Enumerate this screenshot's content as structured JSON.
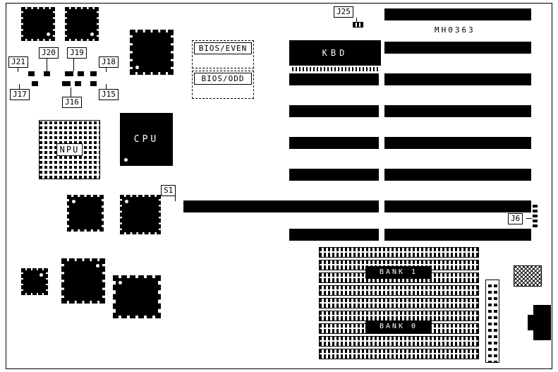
{
  "diagram": {
    "part_number": "MH0363",
    "labels": {
      "j25": "J25",
      "j21": "J21",
      "j20": "J20",
      "j19": "J19",
      "j18": "J18",
      "j17": "J17",
      "j16": "J16",
      "j15": "J15",
      "j6": "J6",
      "s1": "S1",
      "npu": "NPU",
      "cpu": "CPU",
      "kbd": "KBD",
      "bios_even": "BIOS/EVEN",
      "bios_odd": "BIOS/ODD",
      "bank1": "BANK 1",
      "bank0": "BANK 0"
    }
  }
}
